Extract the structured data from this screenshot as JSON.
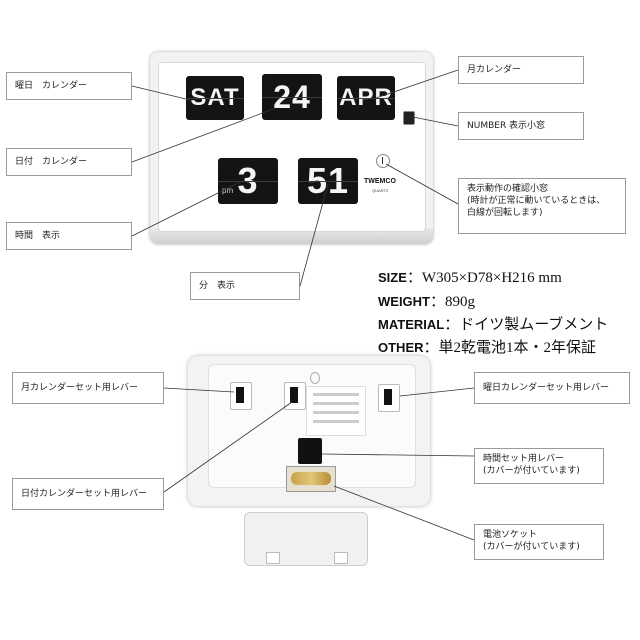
{
  "clock": {
    "day": "SAT",
    "date": "24",
    "month": "APR",
    "hour": "3",
    "minute": "51",
    "pm": "pm",
    "brand": "TWEMCO",
    "quartz": "QUARTZ"
  },
  "front_labels": {
    "weekday": "曜日　カレンダー",
    "day": "日付　カレンダー",
    "hour": "時間　表示",
    "minute": "分　表示",
    "month": "月カレンダー",
    "number_window": "NUMBER 表示小窓",
    "check_window_title": "表示動作の確認小窓",
    "check_window_note1": "(時計が正常に動いているときは、",
    "check_window_note2": "白線が回転します)"
  },
  "specs": {
    "size_label": "SIZE",
    "size_value": "：W305×D78×H216 mm",
    "weight_label": "WEIGHT",
    "weight_value": "：890g",
    "material_label": "MATERIAL",
    "material_value": "：ドイツ製ムーブメント",
    "other_label": "OTHER",
    "other_value": "：単2乾電池1本・2年保証"
  },
  "back_labels": {
    "month_lever": "月カレンダーセット用レバー",
    "date_lever": "日付カレンダーセット用レバー",
    "weekday_lever": "曜日カレンダーセット用レバー",
    "time_lever": "時間セット用レバー",
    "time_lever_note": "(カバーが付いています)",
    "battery": "電池ソケット",
    "battery_note": "(カバーが付いています)"
  }
}
